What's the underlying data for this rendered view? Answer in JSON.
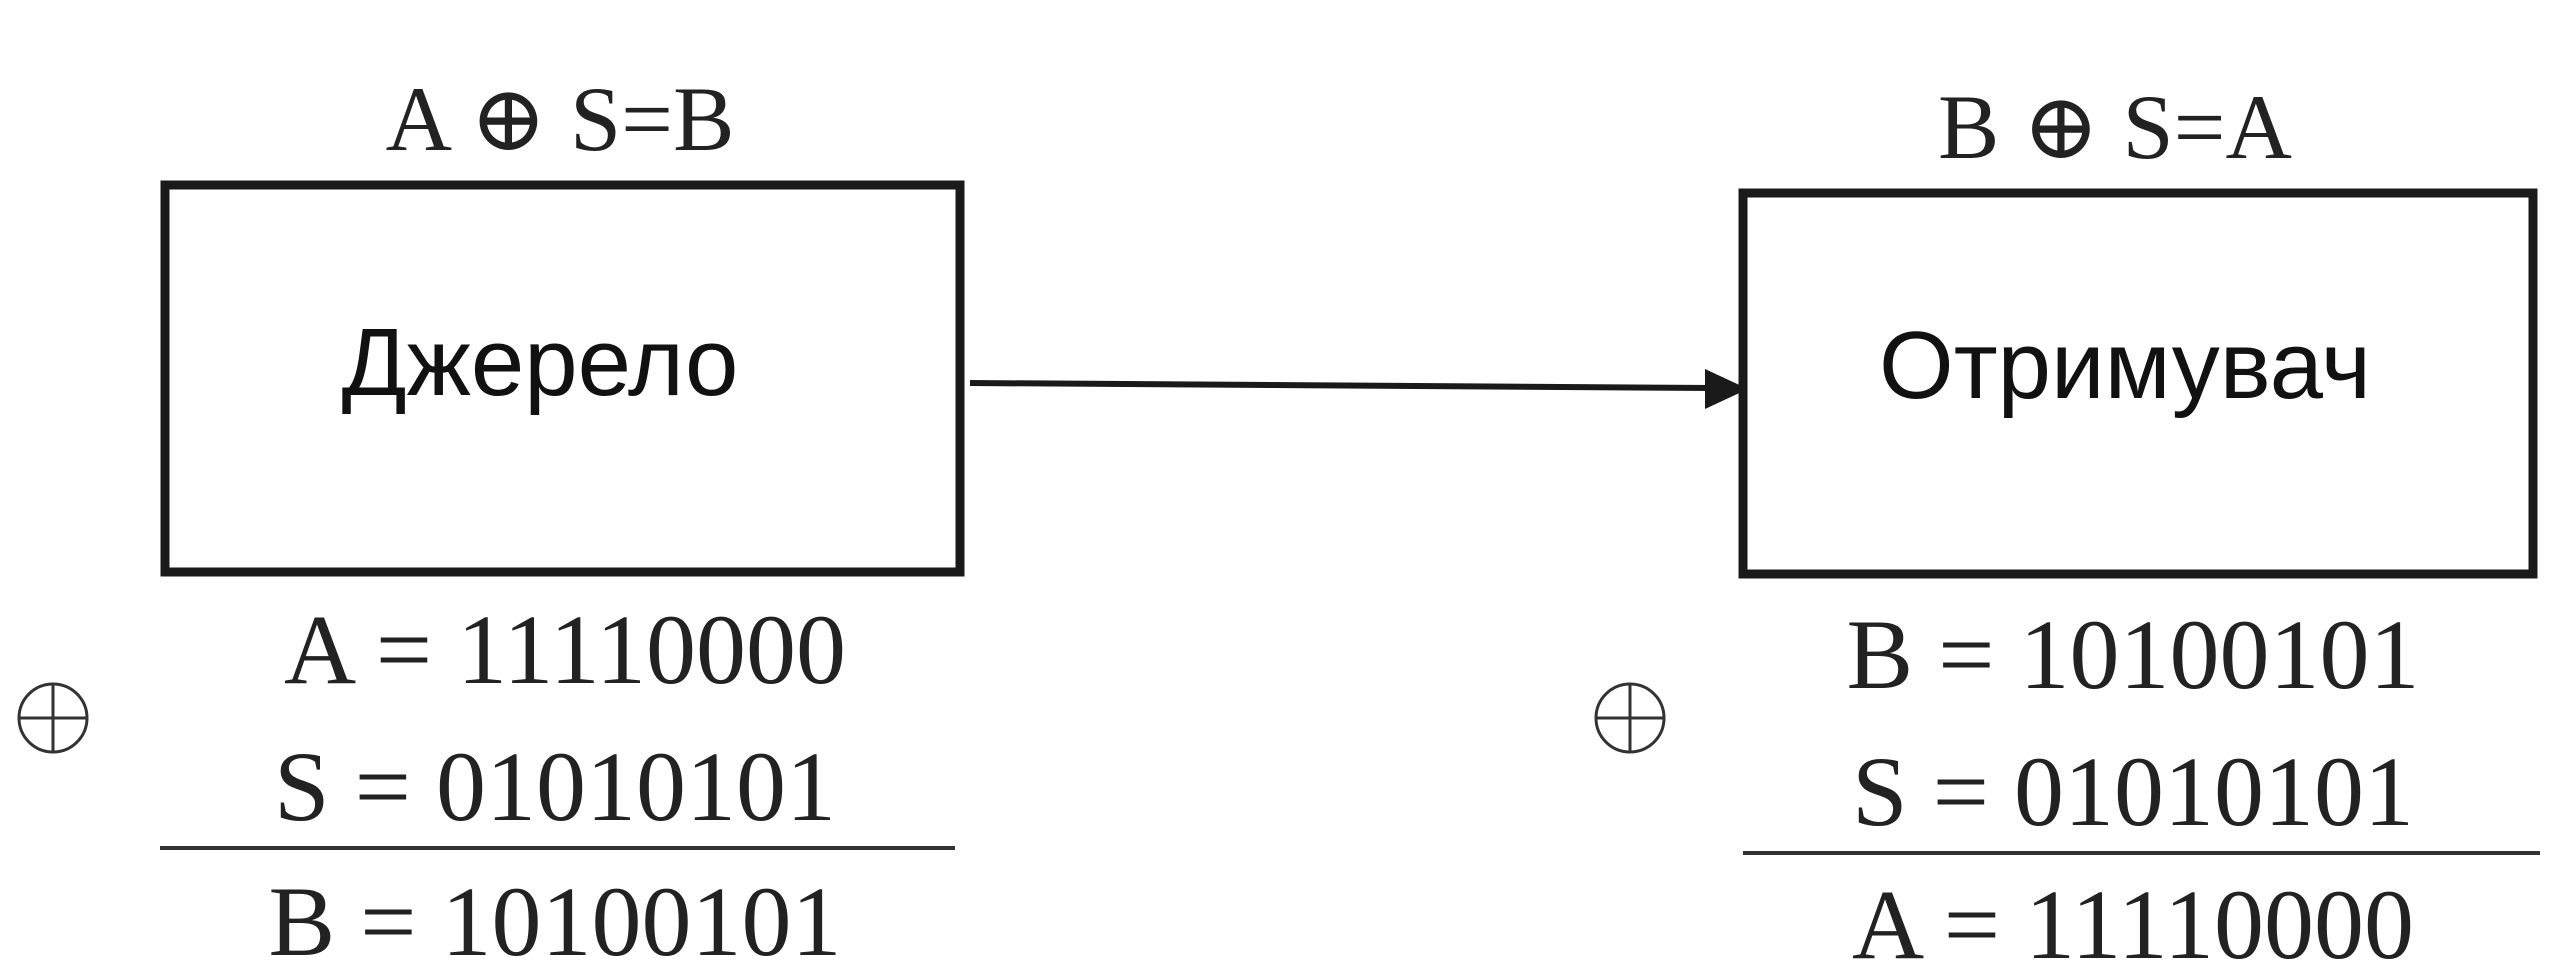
{
  "source": {
    "equation": "A ⊕ S=B",
    "label": "Джерело",
    "xor_operator_icon": "circled-plus-icon",
    "calculation": [
      "A = 11110000",
      "S = 01010101"
    ],
    "result": "B = 10100101"
  },
  "receiver": {
    "equation": "B ⊕ S=A",
    "label": "Отримувач",
    "xor_operator_icon": "circled-plus-icon",
    "calculation": [
      "B = 10100101",
      "S = 01010101"
    ],
    "result": "A = 11110000"
  },
  "connection": {
    "from": "source",
    "to": "receiver",
    "icon": "arrow-right-icon"
  },
  "colors": {
    "ink": "#1a1a1a",
    "background": "#ffffff"
  }
}
